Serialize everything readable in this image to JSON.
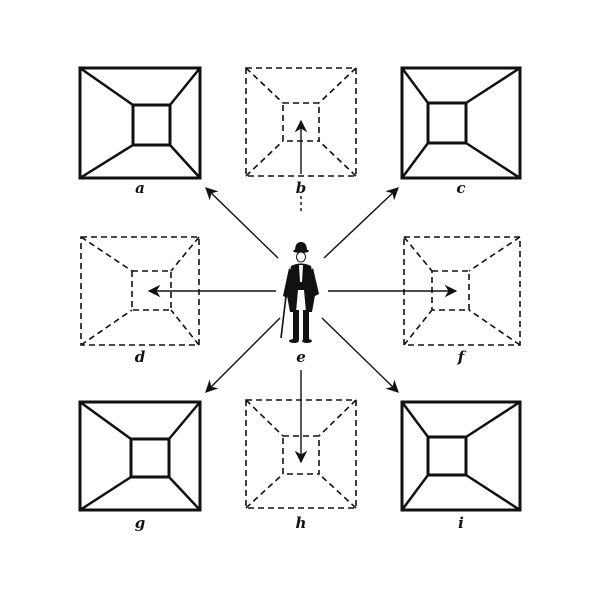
{
  "diagram": {
    "ink_color": "#111111",
    "background_color": "#ffffff",
    "figure": "man-in-bowler-hat",
    "panels": [
      {
        "id": "a",
        "label": "a",
        "style": "solid"
      },
      {
        "id": "b",
        "label": "b",
        "style": "dashed"
      },
      {
        "id": "c",
        "label": "c",
        "style": "solid"
      },
      {
        "id": "d",
        "label": "d",
        "style": "dashed"
      },
      {
        "id": "e",
        "label": "e",
        "style": "figure"
      },
      {
        "id": "f",
        "label": "f",
        "style": "dashed"
      },
      {
        "id": "g",
        "label": "g",
        "style": "solid"
      },
      {
        "id": "h",
        "label": "h",
        "style": "dashed"
      },
      {
        "id": "i",
        "label": "i",
        "style": "solid"
      }
    ]
  }
}
